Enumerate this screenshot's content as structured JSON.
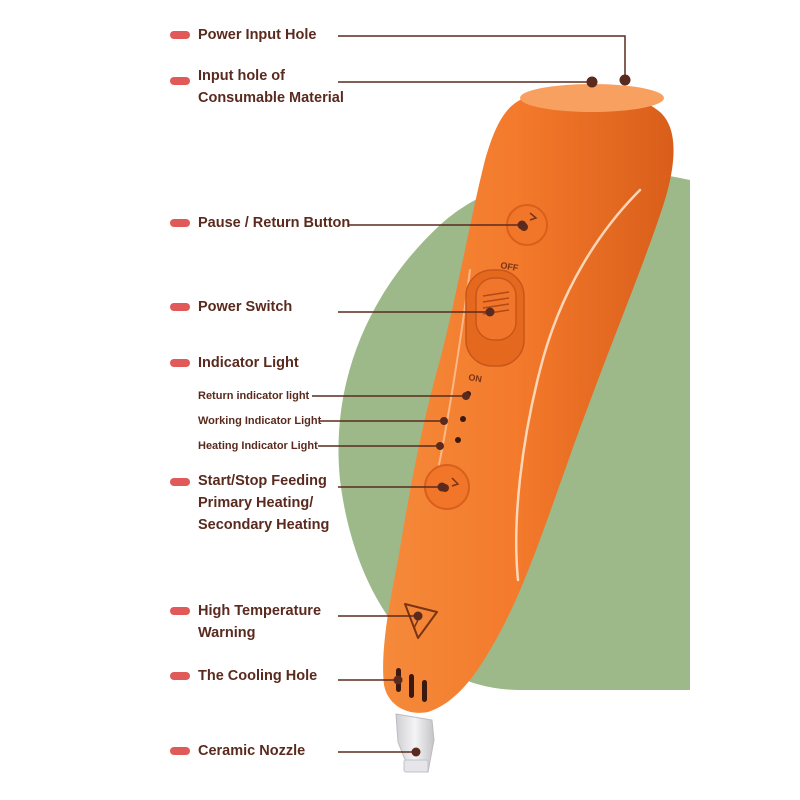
{
  "colors": {
    "bullet": "#e05a5a",
    "leader": "#5a2a1e",
    "text": "#5a2a1e",
    "pen_body": "#f07a2a",
    "pen_shadow": "#d9601c",
    "pen_highlight": "#ffb27a",
    "backdrop": "#9db98a",
    "nozzle": "#e8e8ea"
  },
  "labels": {
    "power_input_hole": "Power Input Hole",
    "input_hole_line1": "Input hole of",
    "input_hole_line2": "Consumable Material",
    "pause_return_button": "Pause / Return Button",
    "power_switch": "Power Switch",
    "indicator_light": "Indicator Light",
    "return_indicator_light": "Return indicator light",
    "working_indicator_light": "Working Indicator Light",
    "heating_indicator_light": "Heating Indicator Light",
    "start_stop_line1": "Start/Stop Feeding",
    "start_stop_line2": "Primary Heating/",
    "start_stop_line3": "Secondary Heating",
    "high_temp_line1": "High Temperature",
    "high_temp_line2": "Warning",
    "cooling_hole": "The Cooling Hole",
    "ceramic_nozzle": "Ceramic Nozzle"
  },
  "switch": {
    "off_label": "OFF",
    "on_label": "ON"
  }
}
